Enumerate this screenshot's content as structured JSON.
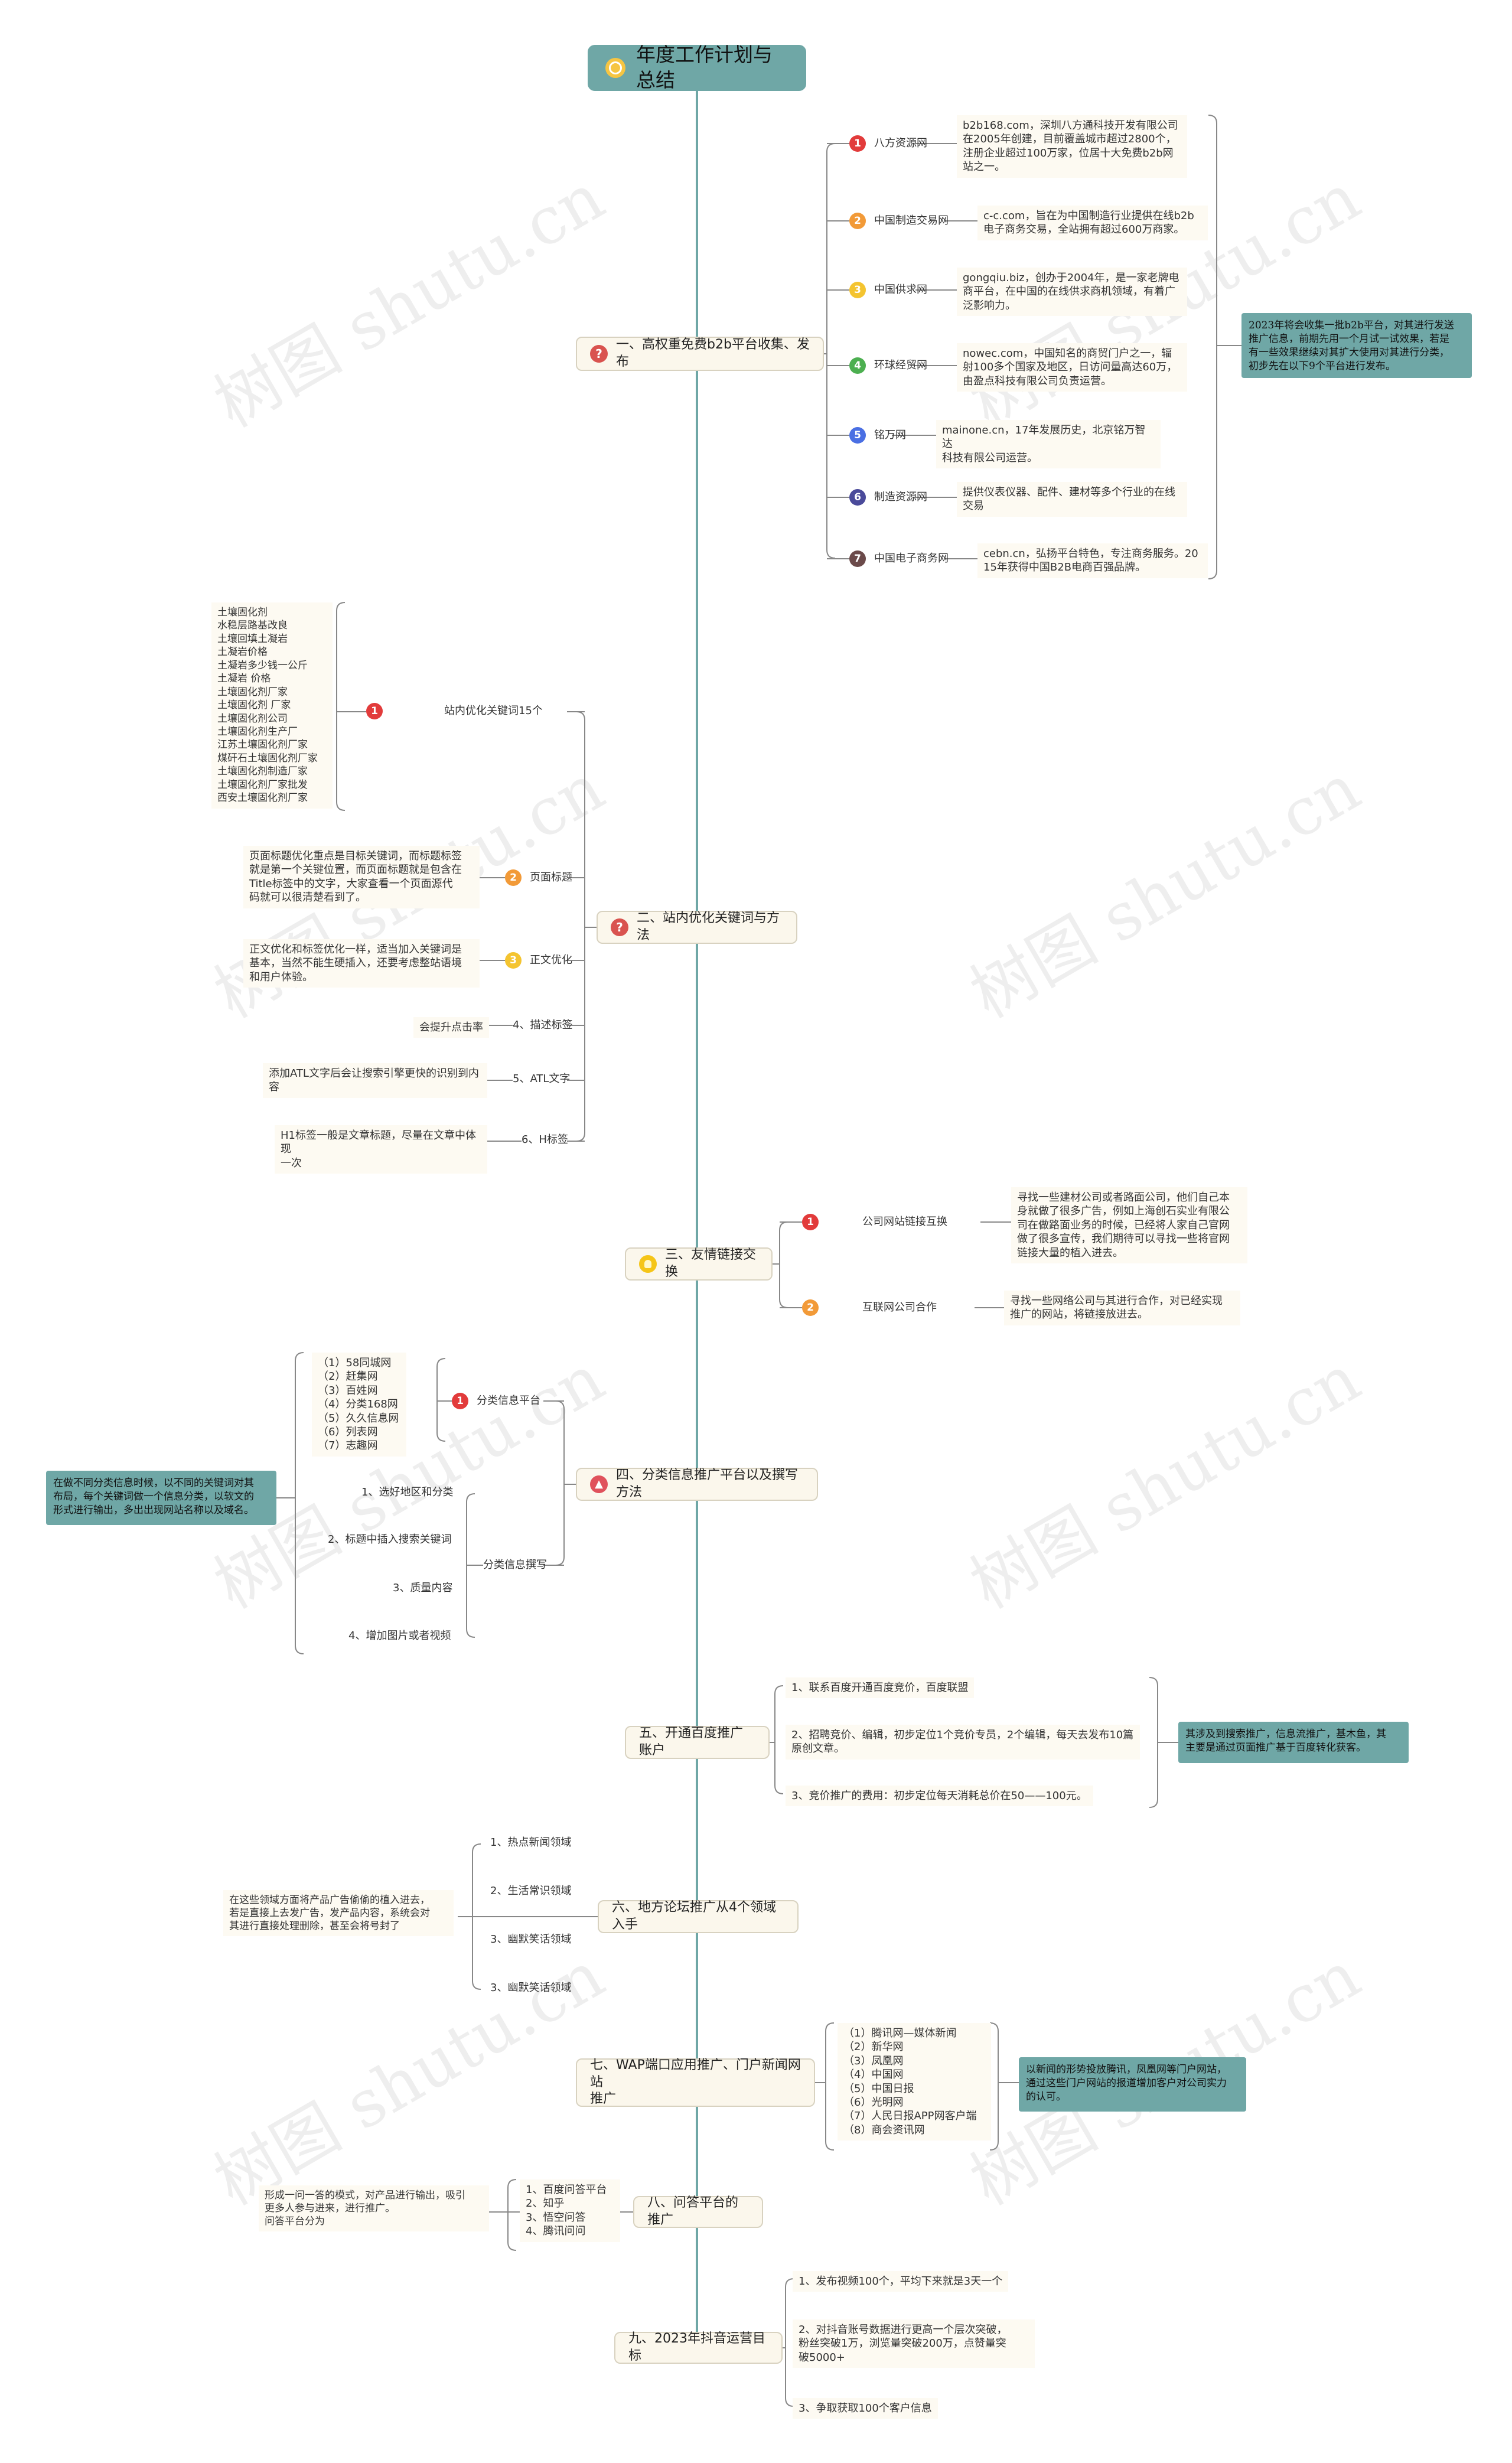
{
  "root": {
    "title": "年度工作计划与总结",
    "icon": "award-icon"
  },
  "colors": {
    "trunk": "#6fa7a6",
    "branch": "#888888",
    "note_bg": "#6fa7a6",
    "section_bg": "#fbf7ec",
    "badge1": "#e23b3b",
    "badge2": "#f29a38",
    "badge3": "#f4c430",
    "badge4": "#4caf50",
    "badge5": "#4a6fe3",
    "badge6": "#4a4a9a",
    "badge7": "#6b4a4a"
  },
  "s1": {
    "title": "一、高权重免费b2b平台收集、发布",
    "items": [
      {
        "n": "1",
        "label": "八方资源网",
        "text": "b2b168.com，深圳八方通科技开发有限公司\n在2005年创建，目前覆盖城市超过2800个，\n注册企业超过100万家，位居十大免费b2b网\n站之一。"
      },
      {
        "n": "2",
        "label": "中国制造交易网",
        "text": "c-c.com，旨在为中国制造行业提供在线b2b\n电子商务交易，全站拥有超过600万商家。"
      },
      {
        "n": "3",
        "label": "中国供求网",
        "text": "gongqiu.biz，创办于2004年，是一家老牌电\n商平台，在中国的在线供求商机领域，有着广\n泛影响力。"
      },
      {
        "n": "4",
        "label": "环球经贸网",
        "text": "nowec.com，中国知名的商贸门户之一，辐\n射100多个国家及地区，日访问量高达60万，\n由盈点科技有限公司负责运营。"
      },
      {
        "n": "5",
        "label": "铭万网",
        "text": "mainone.cn，17年发展历史，北京铭万智达\n科技有限公司运营。"
      },
      {
        "n": "6",
        "label": "制造资源网",
        "text": "提供仪表仪器、配件、建材等多个行业的在线\n交易"
      },
      {
        "n": "7",
        "label": "中国电子商务网",
        "text": "cebn.cn，弘扬平台特色，专注商务服务。20\n15年获得中国B2B电商百强品牌。"
      }
    ],
    "note": "2023年将会收集一批b2b平台，对其进行发送\n推广信息，前期先用一个月试一试效果，若是\n有一些效果继续对其扩大使用对其进行分类，\n初步先在以下9个平台进行发布。"
  },
  "s2": {
    "title": "二、站内优化关键词与方法",
    "items": [
      {
        "n": "1",
        "label": "站内优化关键词15个",
        "text": "土壤固化剂\n水稳层路基改良\n土壤回填土凝岩\n土凝岩价格\n土凝岩多少钱一公斤\n土凝岩 价格\n土壤固化剂厂家\n土壤固化剂 厂家\n土壤固化剂公司\n土壤固化剂生产厂\n江苏土壤固化剂厂家\n煤矸石土壤固化剂厂家\n土壤固化剂制造厂家\n土壤固化剂厂家批发\n西安土壤固化剂厂家"
      },
      {
        "n": "2",
        "label": "页面标题",
        "text": "页面标题优化重点是目标关键词，而标题标签\n就是第一个关键位置，而页面标题就是包含在\nTitle标签中的文字，大家查看一个页面源代\n码就可以很清楚看到了。"
      },
      {
        "n": "3",
        "label": "正文优化",
        "text": "正文优化和标签优化一样，适当加入关键词是\n基本，当然不能生硬插入，还要考虑整站语境\n和用户体验。"
      },
      {
        "n": "",
        "label": "4、描述标签",
        "text": "会提升点击率"
      },
      {
        "n": "",
        "label": "5、ATL文字",
        "text": "添加ATL文字后会让搜索引擎更快的识别到内\n容"
      },
      {
        "n": "",
        "label": "6、H标签",
        "text": "H1标签一般是文章标题，尽量在文章中体现\n一次"
      }
    ]
  },
  "s3": {
    "title": "三、友情链接交换",
    "items": [
      {
        "n": "1",
        "label": "公司网站链接互换",
        "text": "寻找一些建材公司或者路面公司，他们自己本\n身就做了很多广告，例如上海创石实业有限公\n司在做路面业务的时候，已经将人家自己官网\n做了很多宣传，我们期待可以寻找一些将官网\n链接大量的植入进去。"
      },
      {
        "n": "2",
        "label": "互联网公司合作",
        "text": "寻找一些网络公司与其进行合作，对已经实现\n推广的网站，将链接放进去。"
      }
    ]
  },
  "s4": {
    "title": "四、分类信息推广平台以及撰写方法",
    "branch1": {
      "n": "1",
      "label": "分类信息平台",
      "text": "（1）58同城网\n（2）赶集网\n（3）百姓网\n（4）分类168网\n（5）久久信息网\n（6）列表网\n（7）志趣网"
    },
    "branch2": {
      "label": "分类信息撰写",
      "items": [
        "1、选好地区和分类",
        "2、标题中插入搜索关键词",
        "3、质量内容",
        "4、增加图片或者视频"
      ]
    },
    "note": "在做不同分类信息时候，以不同的关键词对其\n布局，每个关键词做一个信息分类，以软文的\n形式进行输出，多出出现网站名称以及域名。"
  },
  "s5": {
    "title": "五、开通百度推广账户",
    "items": [
      "1、联系百度开通百度竞价，百度联盟",
      "2、招聘竞价、编辑，初步定位1个竞价专员，2个编辑，每天去发布10篇\n原创文章。",
      "3、竞价推广的费用：初步定位每天消耗总价在50——100元。"
    ],
    "note": "其涉及到搜索推广，信息流推广，基木鱼，其\n主要是通过页面推广基于百度转化获客。"
  },
  "s6": {
    "title": "六、地方论坛推广从4个领域入手",
    "items": [
      "1、热点新闻领域",
      "2、生活常识领域",
      "3、幽默笑话领域",
      "3、幽默笑话领域"
    ],
    "note": "在这些领域方面将产品广告偷偷的植入进去，\n若是直接上去发广告，发产品内容，系统会对\n其进行直接处理删除，甚至会将号封了"
  },
  "s7": {
    "title": "七、WAP端口应用推广、门户新闻网站\n推广",
    "text": "（1）腾讯网—媒体新闻\n（2）新华网\n（3）凤凰网\n（4）中国网\n（5）中国日报\n（6）光明网\n（7）人民日报APP网客户端\n（8）商会资讯网",
    "note": "以新闻的形势投放腾讯，凤凰网等门户网站，\n通过这些门户网站的报道增加客户对公司实力\n的认可。"
  },
  "s8": {
    "title": "八、问答平台的推广",
    "text": "1、百度问答平台\n2、知乎\n3、悟空问答\n4、腾讯问问",
    "note": "形成一问一答的模式，对产品进行输出，吸引\n更多人参与进来，进行推广。\n问答平台分为"
  },
  "s9": {
    "title": "九、2023年抖音运营目标",
    "items": [
      "1、发布视频100个，平均下来就是3天一个",
      "2、对抖音账号数据进行更高一个层次突破，\n粉丝突破1万，浏览量突破200万，点赞量突\n破5000+",
      "3、争取获取100个客户信息"
    ]
  },
  "watermark": "树图 shutu.cn"
}
